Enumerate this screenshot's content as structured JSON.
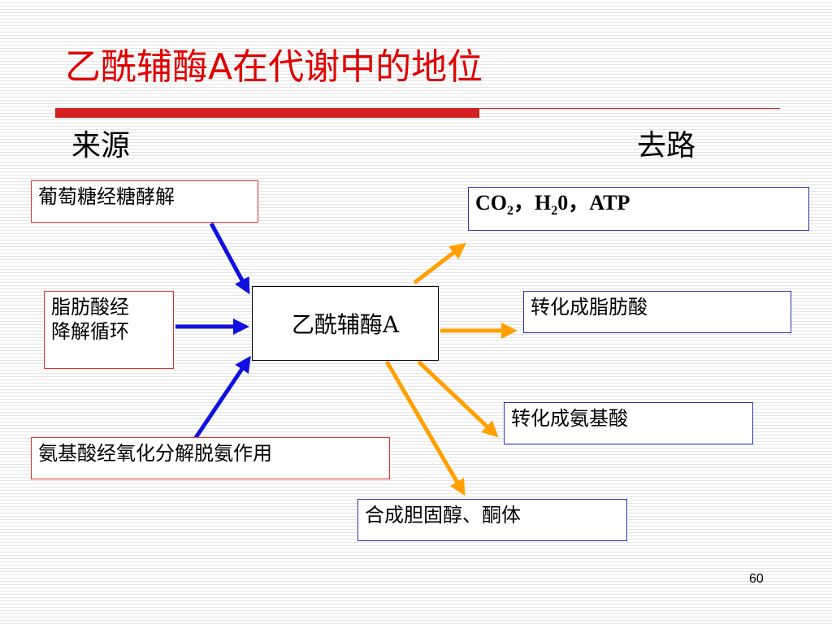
{
  "slide": {
    "title": "乙酰辅酶A在代谢中的地位",
    "page_number": "60"
  },
  "diagram": {
    "source_header": "来源",
    "destination_header": "去路",
    "center_node": "乙酰辅酶A",
    "sources": [
      {
        "label": "葡萄糖经糖酵解"
      },
      {
        "label_line1": "脂肪酸经",
        "label_line2": "降解循环"
      },
      {
        "label": "氨基酸经氧化分解脱氨作用"
      }
    ],
    "destinations": [
      {
        "co2": "CO",
        "co2_sub": "2",
        "sep1": "，",
        "h2o": "H",
        "h2o_sub": "2",
        "h2o_tail": "0",
        "sep2": "，",
        "atp": "ATP"
      },
      {
        "label": "转化成脂肪酸"
      },
      {
        "label": "转化成氨基酸"
      },
      {
        "label": "合成胆固醇、酮体"
      }
    ]
  },
  "colors": {
    "title": "#e00000",
    "source_arrows": "#1010e0",
    "destination_arrows": "#ffa000",
    "source_box_border": "#e03030",
    "destination_box_border": "#3030c0"
  }
}
